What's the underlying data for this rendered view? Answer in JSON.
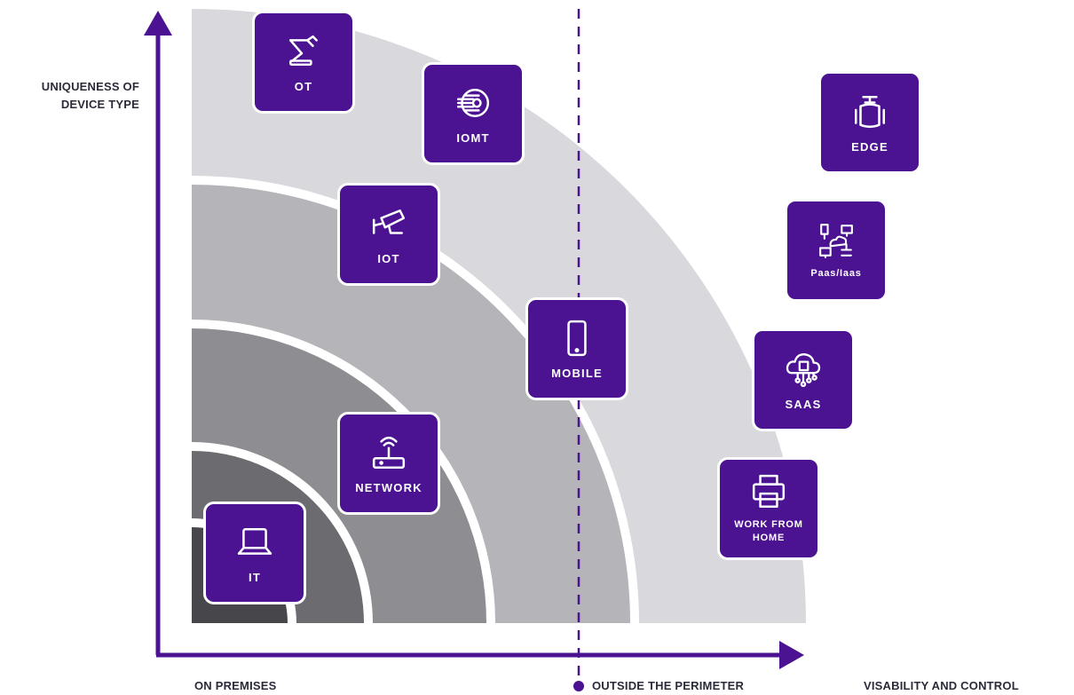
{
  "axes": {
    "y_label_line1": "UNIQUENESS OF",
    "y_label_line2": "DEVICE TYPE",
    "x_label_left": "ON PREMISES",
    "x_label_mid": "OUTSIDE THE PERIMETER",
    "x_label_right": "VISABILITY AND CONTROL"
  },
  "colors": {
    "accent": "#4b1291",
    "ring_outer": "#d8d8dc",
    "ring_3": "#b7b7bb",
    "ring_2": "#8e8e92",
    "ring_1": "#6a6a6e",
    "core": "#46464a"
  },
  "tiles": {
    "ot": {
      "label": "OT",
      "icon": "robot-arm-icon"
    },
    "iomt": {
      "label": "IOMT",
      "icon": "medical-device-icon"
    },
    "edge": {
      "label": "EDGE",
      "icon": "pipeline-valve-icon"
    },
    "iot": {
      "label": "IOT",
      "icon": "security-camera-icon"
    },
    "paas": {
      "label": "Paas/Iaas",
      "icon": "network-cloud-icon"
    },
    "mobile": {
      "label": "MOBILE",
      "icon": "smartphone-icon"
    },
    "saas": {
      "label": "SAAS",
      "icon": "cloud-chip-icon"
    },
    "network": {
      "label": "NETWORK",
      "icon": "router-icon"
    },
    "wfh": {
      "label": "WORK FROM\nHOME",
      "icon": "printer-icon"
    },
    "it": {
      "label": "IT",
      "icon": "laptop-icon"
    }
  }
}
